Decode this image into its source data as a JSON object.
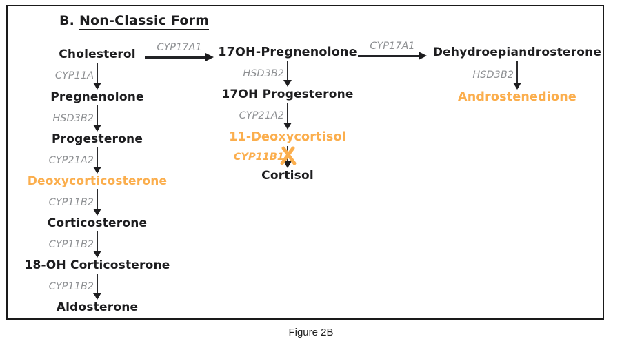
{
  "figure": {
    "panel_label": "B.",
    "title": "Non-Classic Form",
    "caption": "Figure 2B"
  },
  "colors": {
    "text_black": "#1d1d1f",
    "enzyme_gray": "#8e9093",
    "highlight_orange": "#fbae4d",
    "border_black": "#1a1a1a"
  },
  "icons": {
    "blocked_cross": "✕"
  },
  "pathway": {
    "left": {
      "nodes": [
        "Cholesterol",
        "Pregnenolone",
        "Progesterone",
        "Deoxycorticosterone",
        "Corticosterone",
        "18-OH Corticosterone",
        "Aldosterone"
      ],
      "enzymes": [
        "CYP11A",
        "HSD3B2",
        "CYP21A2",
        "CYP11B2",
        "CYP11B2",
        "CYP11B2"
      ]
    },
    "middle": {
      "nodes": [
        "17OH-Pregnenolone",
        "17OH Progesterone",
        "11-Deoxycortisol",
        "Cortisol"
      ],
      "enzymes": [
        "HSD3B2",
        "CYP21A2",
        "CYP11B1"
      ]
    },
    "right": {
      "nodes": [
        "Dehydroepiandrosterone",
        "Androstenedione"
      ],
      "enzymes": [
        "HSD3B2"
      ]
    },
    "cross_arrows": [
      {
        "label": "CYP17A1",
        "from": "Cholesterol",
        "to": "17OH-Pregnenolone"
      },
      {
        "label": "CYP17A1",
        "from": "17OH-Pregnenolone",
        "to": "Dehydroepiandrosterone"
      }
    ],
    "highlighted_nodes": [
      "Deoxycorticosterone",
      "11-Deoxycortisol",
      "Androstenedione"
    ],
    "blocked_step": {
      "enzyme": "CYP11B1",
      "marker": "X"
    }
  }
}
